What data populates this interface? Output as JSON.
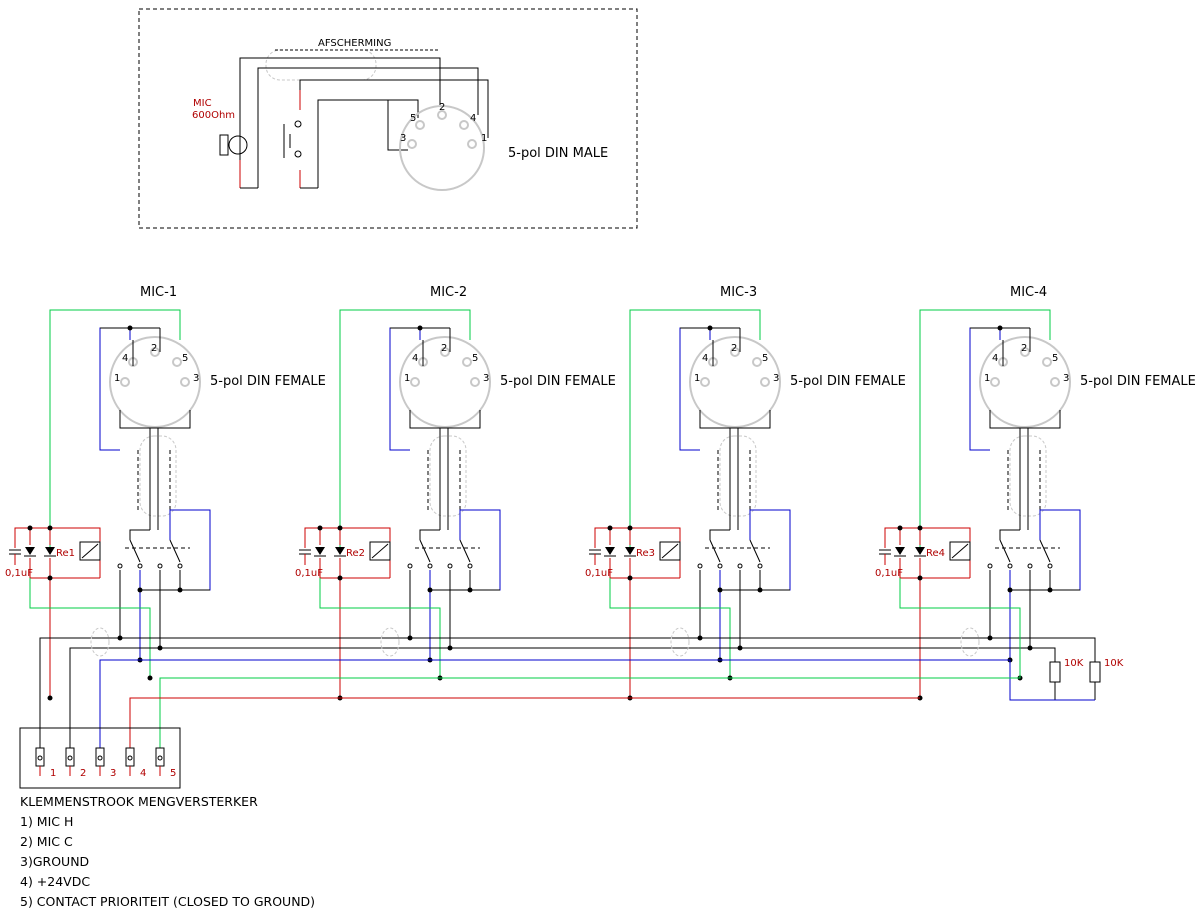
{
  "mic_box": {
    "shield_label": "AFSCHERMING",
    "mic_label_1": "MIC",
    "mic_label_2": "600Ohm",
    "connector_label": "5-pol DIN MALE",
    "pins": [
      "5",
      "2",
      "4",
      "3",
      "1"
    ]
  },
  "channels": [
    {
      "title": "MIC-1",
      "connector": "5-pol DIN FEMALE",
      "relay": "Re1",
      "cap": "0,1uF"
    },
    {
      "title": "MIC-2",
      "connector": "5-pol DIN FEMALE",
      "relay": "Re2",
      "cap": "0,1uF"
    },
    {
      "title": "MIC-3",
      "connector": "5-pol DIN FEMALE",
      "relay": "Re3",
      "cap": "0,1uF"
    },
    {
      "title": "MIC-4",
      "connector": "5-pol DIN FEMALE",
      "relay": "Re4",
      "cap": "0,1uF"
    }
  ],
  "female_pins": [
    "4",
    "2",
    "5",
    "1",
    "3"
  ],
  "resistors": [
    "10K",
    "10K"
  ],
  "terminal_pins": [
    "1",
    "2",
    "3",
    "4",
    "5"
  ],
  "legend": {
    "title": "KLEMMENSTROOK MENGVERSTERKER",
    "items": [
      "1) MIC H",
      "2) MIC C",
      "3)GROUND",
      "4) +24VDC",
      "5) CONTACT PRIORITEIT (CLOSED TO GROUND)"
    ]
  },
  "colors": {
    "red": "#cc0000",
    "green": "#00cc44",
    "blue": "#0000cc",
    "black": "#000000",
    "gray": "#c8c8c8"
  }
}
